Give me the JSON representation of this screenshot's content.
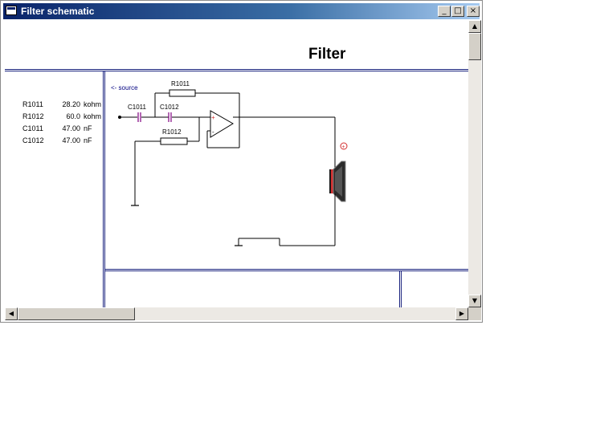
{
  "window": {
    "title": "Filter schematic",
    "minimize_glyph": "_",
    "maximize_glyph": "□",
    "close_glyph": "×"
  },
  "page": {
    "title": "Filter"
  },
  "parts_list": [
    {
      "ref": "R1011",
      "value": "28.20",
      "unit": "kohm"
    },
    {
      "ref": "R1012",
      "value": "60.0",
      "unit": "kohm"
    },
    {
      "ref": "C1011",
      "value": "47.00",
      "unit": "nF"
    },
    {
      "ref": "C1012",
      "value": "47.00",
      "unit": "nF"
    }
  ],
  "schematic": {
    "source_label": "<- source",
    "labels": {
      "r1011": "R1011",
      "r1012": "R1012",
      "c1011": "C1011",
      "c1012": "C1012"
    },
    "opamp_plus": "+",
    "opamp_minus": "-",
    "speaker_polarity": "+"
  },
  "scrollbars": {
    "up": "▲",
    "down": "▼",
    "left": "◀",
    "right": "▶"
  },
  "colors": {
    "frame": "#1a237e",
    "capacitor": "#800080",
    "speaker_cone": "#d32f2f",
    "title_gradient_start": "#0a246a",
    "title_gradient_end": "#a6caf0"
  }
}
